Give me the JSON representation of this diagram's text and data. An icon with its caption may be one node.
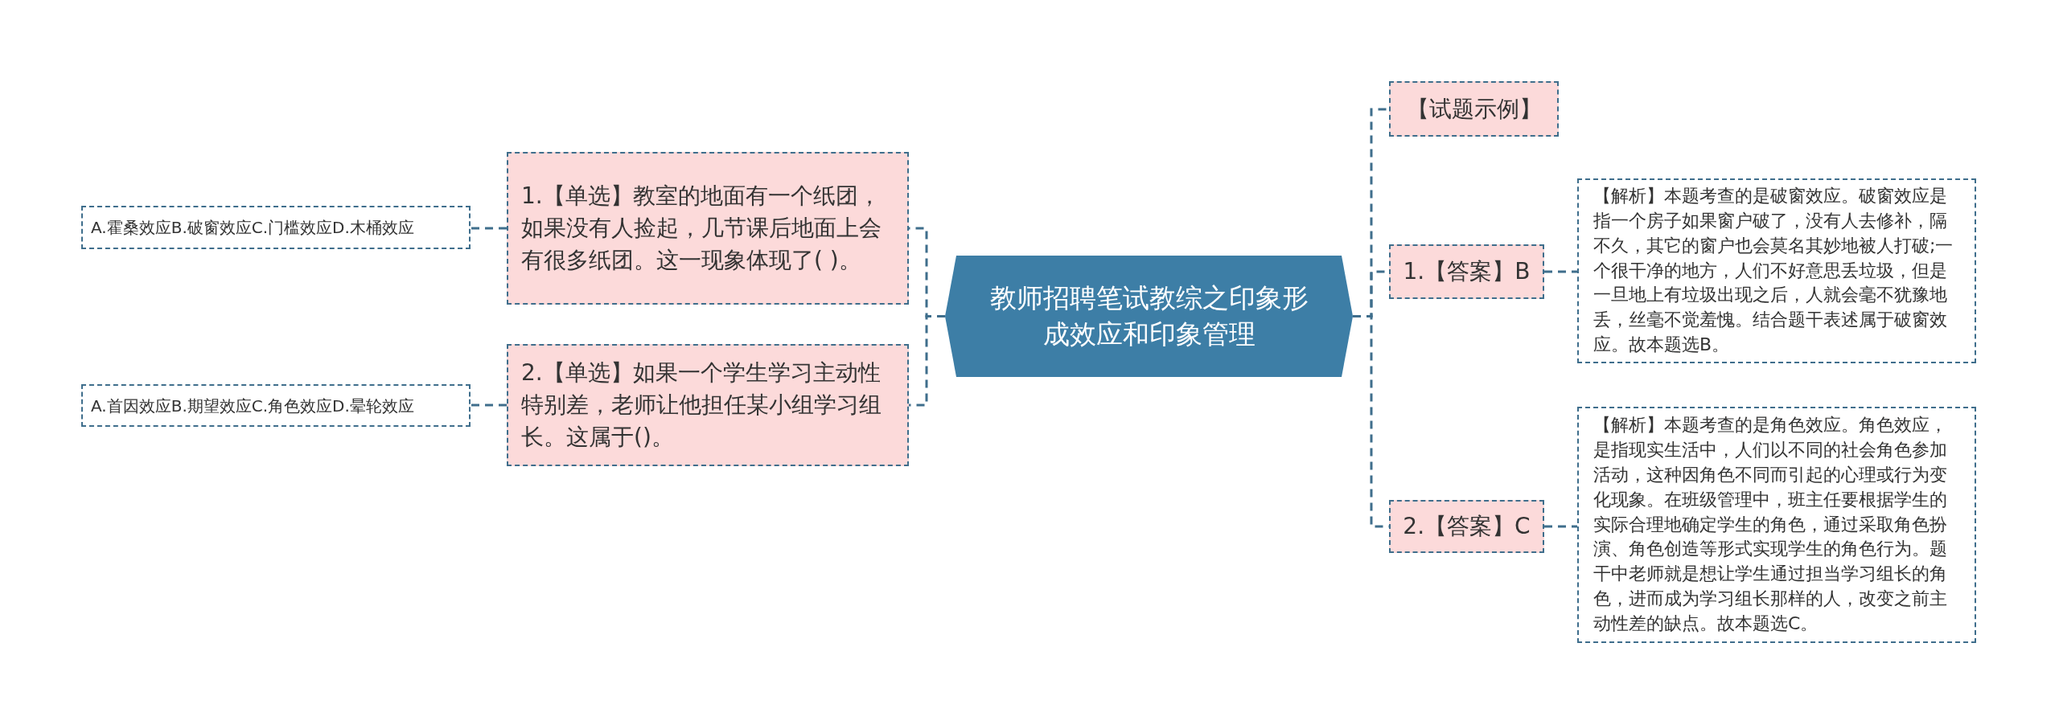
{
  "diagram": {
    "nodes": [
      {
        "text": [
          "教师招聘笔试教综之印象形成效应和印象管理"
        ]
      },
      {
        "text": [
          "1.【单选】教室的地面有一个纸团，如果没有人捡起，几节课后地面上会有很多纸团。这一现象体现了( )。"
        ]
      },
      {
        "text": [
          "A.霍桑效应B.破窗效应C.门槛效应D.木桶效应"
        ]
      },
      {
        "text": [
          "2.【单选】如果一个学生学习主动性特别差，老师让他担任某小组学习组长。这属于()。"
        ]
      },
      {
        "text": [
          "A.首因效应B.期望效应C.角色效应D.晕轮效应"
        ]
      },
      {
        "text": [
          "【试题示例】"
        ]
      },
      {
        "text": [
          "1.【答案】B"
        ]
      },
      {
        "text": [
          "【解析】本题考查的是破窗效应。破窗效应是指一个房子如果窗户破了，没有人去修补，隔不久，其它的窗户也会莫名其妙地被人打破;一个很干净的地方，人们不好意思丢垃圾，但是一旦地上有垃圾出现之后，人就会毫不犹豫地丢，丝毫不觉羞愧。结合题干表述属于破窗效应。故本题选B。"
        ]
      },
      {
        "text": [
          "2.【答案】C"
        ]
      },
      {
        "text": [
          "【解析】本题考查的是角色效应。角色效应，是指现实生活中，人们以不同的社会角色参加活动，这种因角色不同而引起的心理或行为变化现象。在班级管理中，班主任要根据学生的实际合理地确定学生的角色，通过采取角色扮演、角色创造等形式实现学生的角色行为。题干中老师就是想让学生通过担当学习组长的角色，进而成为学习组长那样的人，改变之前主动性差的缺点。故本题选C。"
        ]
      }
    ],
    "edges": [
      {
        "from": 0,
        "to": 1,
        "arrow": "none",
        "style": "dashed"
      },
      {
        "from": 0,
        "to": 3,
        "arrow": "none",
        "style": "dashed"
      },
      {
        "from": 1,
        "to": 2,
        "arrow": "none",
        "style": "dashed"
      },
      {
        "from": 3,
        "to": 4,
        "arrow": "none",
        "style": "dashed"
      },
      {
        "from": 0,
        "to": 5,
        "arrow": "none",
        "style": "dashed"
      },
      {
        "from": 0,
        "to": 6,
        "arrow": "none",
        "style": "dashed"
      },
      {
        "from": 0,
        "to": 8,
        "arrow": "none",
        "style": "dashed"
      },
      {
        "from": 6,
        "to": 7,
        "arrow": "none",
        "style": "dashed"
      },
      {
        "from": 8,
        "to": 9,
        "arrow": "none",
        "style": "dashed"
      }
    ]
  }
}
